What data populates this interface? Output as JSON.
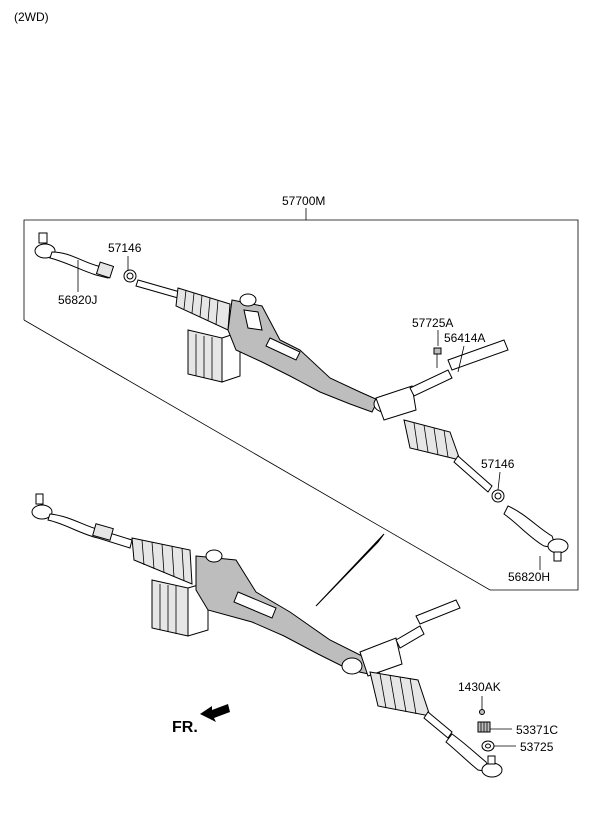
{
  "variant_label": "(2WD)",
  "assembly_label": "57700M",
  "front_label": "FR.",
  "callouts": {
    "tie_rod_end_left": "56820J",
    "nut_left": "57146",
    "bolt": "57725A",
    "inner_ball_joint": "56414A",
    "nut_right": "57146",
    "tie_rod_end_right": "56820H",
    "cotter_pin": "1430AK",
    "castle_nut": "53371C",
    "washer": "53725"
  }
}
